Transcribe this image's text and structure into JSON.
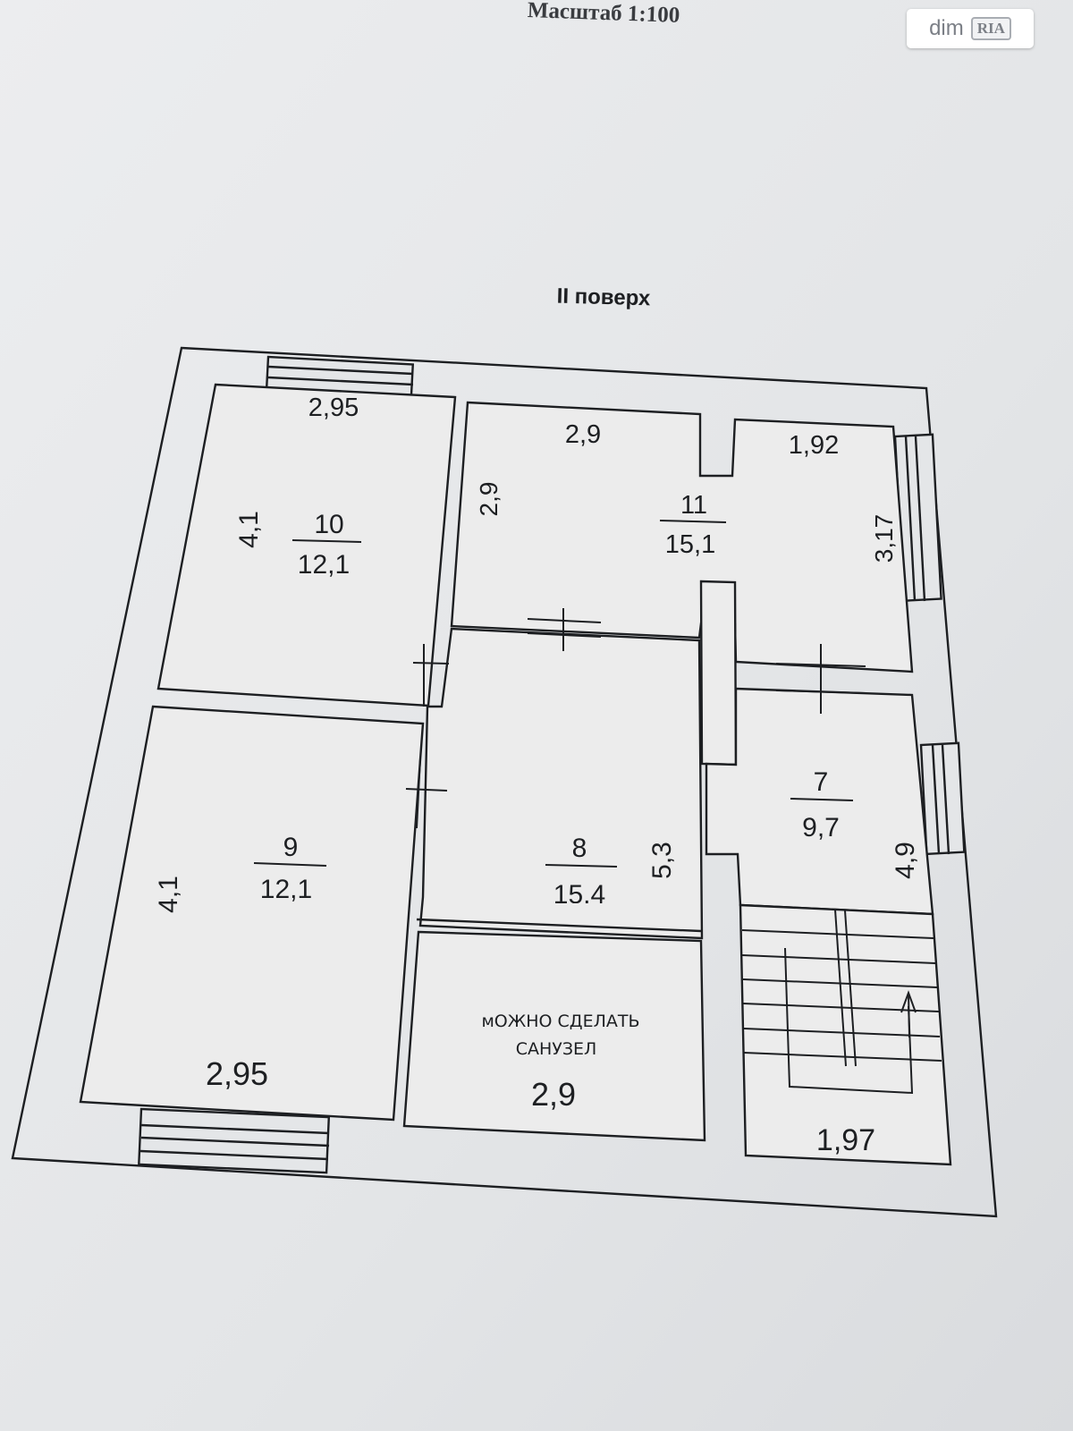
{
  "header": {
    "scale": "Масштаб 1:100",
    "floor": "II поверх"
  },
  "watermark": {
    "dim": "dim",
    "ria": "RIA"
  },
  "rooms": {
    "r10": {
      "number": "10",
      "area": "12,1",
      "width": "2,95",
      "height": "4,1"
    },
    "r9": {
      "number": "9",
      "area": "12,1",
      "width": "2,95",
      "height": "4,1"
    },
    "r11": {
      "number": "11",
      "area": "15,1",
      "width_left": "2,9",
      "width_right": "1,92",
      "height_left": "2,9",
      "height_right": "3,17"
    },
    "r8": {
      "number": "8",
      "area": "15,4",
      "height": "5,3"
    },
    "r7": {
      "number": "7",
      "area": "9,7",
      "height": "4,9"
    },
    "stairs": {
      "width": "1,97"
    },
    "bath": {
      "note_line1": "мОЖНО СДЕЛАТЬ",
      "note_line2": "САНУЗЕЛ",
      "width": "2,9"
    }
  },
  "colors": {
    "paper": "#e4e6e8",
    "line": "#1d1f22",
    "room_fill": "#ececec"
  }
}
